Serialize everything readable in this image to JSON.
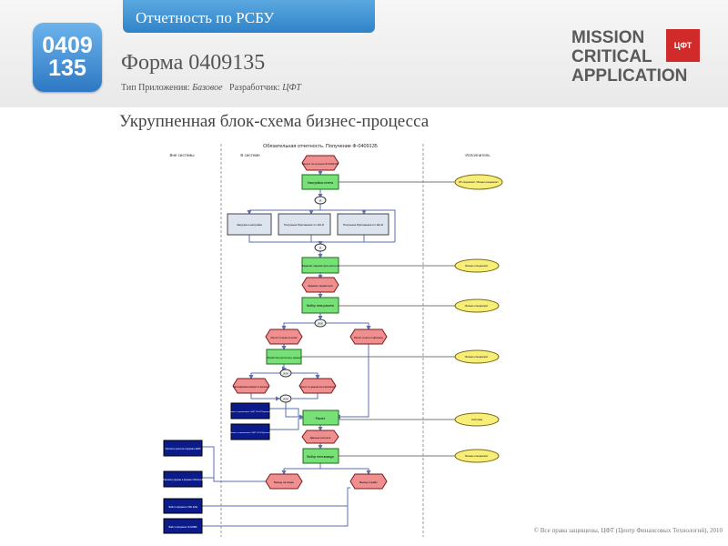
{
  "header": {
    "tab_label": "Отчетность по РСБУ",
    "badge_line1": "0409",
    "badge_line2": "135",
    "form_title": "Форма 0409135",
    "type_label": "Тип Приложения:",
    "type_value": "Базовое",
    "developer_label": "Разработчик:",
    "developer_value": "ЦФТ",
    "logo_line1": "MISSION",
    "logo_line2": "CRITICAL",
    "logo_line3": "APPLICATION",
    "logo_mark": "ЦФТ"
  },
  "section_title": "Укрупненная блок-схема бизнес-процесса",
  "diagram": {
    "title": "Обязательная отчетность. Получение Ф-0409135",
    "lanes": [
      "Вне системы",
      "В системе",
      "Исполнитель"
    ],
    "nodes": {
      "start": "Запуск получения Ф-0409135",
      "setup": "Настройка отчета",
      "sub1": "Загрузка и настройка",
      "sub2": "Получение Приложения 1 к 110-И",
      "sub3": "Получение Приложения 2 к 110-И",
      "params": "Задание параметров расчета",
      "calc_params": "Задание параметров",
      "choose": "Выбор типа расчета",
      "calc_all": "Расчет по всем отчетам",
      "calc_one": "Расчет отчета по филиалу",
      "process": "Обработка расчетных данных",
      "detail1": "Расшифровка выборки по филиалу",
      "detail2": "Расчет по данным всех филиалов",
      "calc": "Расчет",
      "data": "Данные расчета",
      "choose_out": "Выбор типа вывода",
      "print_screen": "Вывод на экран",
      "print_file": "Вывод в файл",
      "ext1": "Просмотр расчета в формате ЕМИ",
      "ext2": "Просмотр формы в формате MS Excel",
      "ext3": "Файл в формате XML ЕГД",
      "ext4": "Файл в формате XLS/DBF",
      "note1": "Запись в справочнике «ЦФТ 110-И Перечень»",
      "note2": "Запись в справочнике «ЦФТ 110-И Данные»",
      "actor1": "ИТ-специалист / Бизнес-специалист",
      "actor2": "Бизнес-специалист",
      "actor3": "Бизнес-специалист",
      "actor4": "Бизнес-специалист",
      "actor5": "Система",
      "actor6": "Бизнес-специалист",
      "gate": "И",
      "gate_or": "ИЛИ"
    }
  },
  "footer": "© Все права защищены, ЦФТ (Центр Финансовых Технологий), 2010"
}
